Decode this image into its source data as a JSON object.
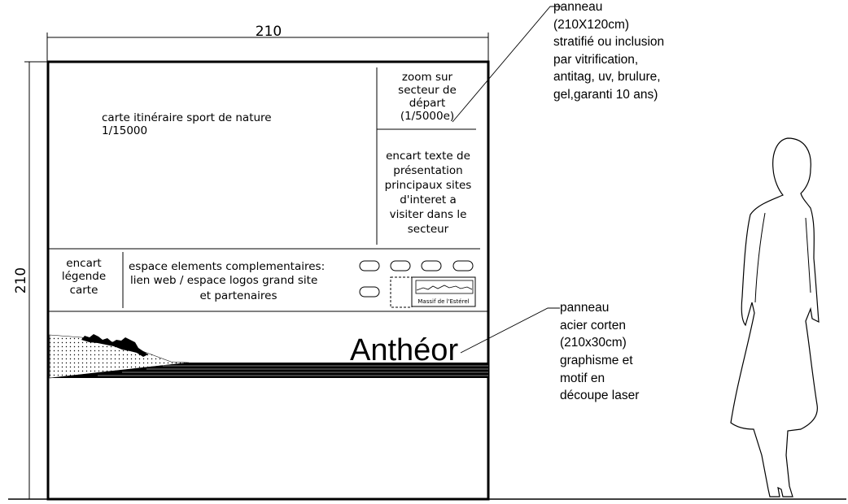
{
  "dimensions": {
    "width_label": "210",
    "height_label": "210"
  },
  "map_area": {
    "line1": "carte itinéraire sport de nature",
    "line2": "1/15000"
  },
  "zoom_box": {
    "line1": "zoom sur",
    "line2": "secteur de",
    "line3": "départ",
    "line4": "(1/5000e)"
  },
  "text_box": {
    "line1": "encart texte de",
    "line2": "présentation",
    "line3": "principaux sites",
    "line4": "d'interet a",
    "line5": "visiter dans le",
    "line6": "secteur"
  },
  "legend_box": {
    "line1": "encart",
    "line2": "légende",
    "line3": "carte"
  },
  "complements": {
    "line1": "espace elements complementaires:",
    "line2": "lien web / espace logos grand site",
    "line3": "et partenaires"
  },
  "logo": {
    "text": "Massif de l'Estérel"
  },
  "site_name": "Anthéor",
  "callout_top": {
    "line1": "panneau",
    "line2": "(210X120cm)",
    "line3": "stratifié ou inclusion",
    "line4": "par vitrification,",
    "line5": "antitag, uv, brulure,",
    "line6": "gel,garanti 10 ans)"
  },
  "callout_bottom": {
    "line1": "panneau",
    "line2": "acier corten",
    "line3": "(210x30cm)",
    "line4": "graphisme et",
    "line5": "motif en",
    "line6": "découpe laser"
  }
}
